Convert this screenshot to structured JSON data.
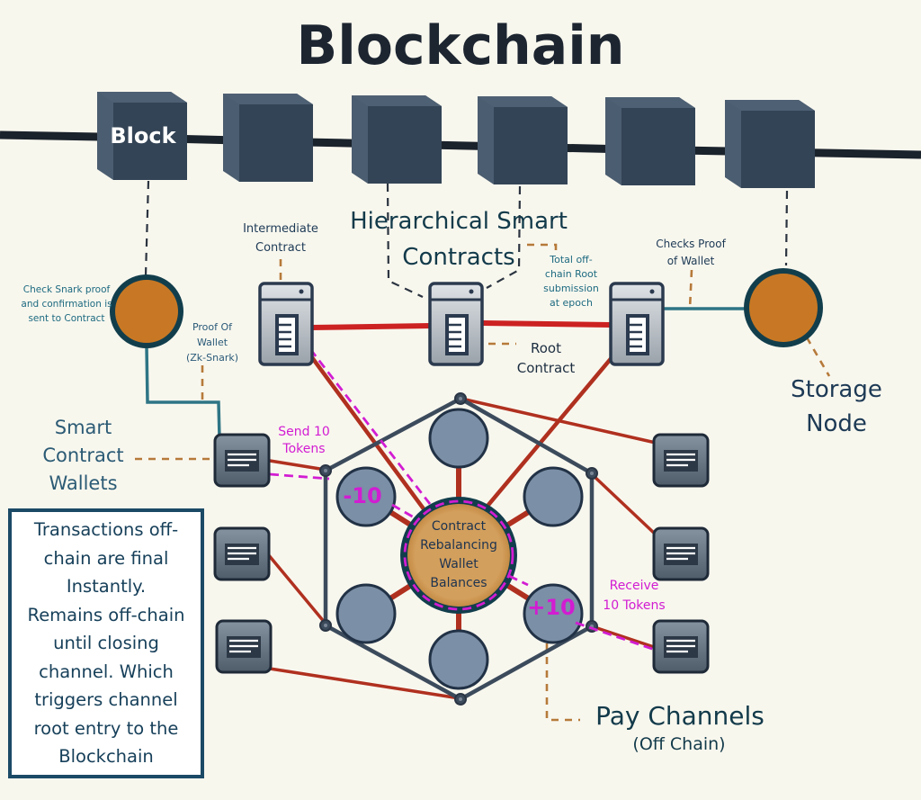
{
  "title": "Blockchain",
  "blockchain": {
    "block_label": "Block",
    "block_count": 6
  },
  "labels": {
    "hierarchical_smart_contracts": [
      "Hierarchical Smart",
      "Contracts"
    ],
    "intermediate_contract": [
      "Intermediate",
      "Contract"
    ],
    "total_offchain_root": [
      "Total off-",
      "chain Root",
      "submission",
      "at epoch"
    ],
    "root_contract": [
      "Root",
      "Contract"
    ],
    "checks_proof_of_wallet": [
      "Checks Proof",
      "of Wallet"
    ],
    "storage_node": [
      "Storage",
      "Node"
    ],
    "check_snark_proof": [
      "Check Snark proof",
      "and confirmation is",
      "sent to Contract"
    ],
    "proof_of_wallet_zk": [
      "Proof Of",
      "Wallet",
      "(Zk-Snark)"
    ],
    "smart_contract_wallets": [
      "Smart",
      "Contract",
      "Wallets"
    ],
    "send_tokens": [
      "Send 10",
      "Tokens"
    ],
    "receive_tokens": [
      "Receive",
      "10 Tokens"
    ],
    "center_node": [
      "Contract",
      "Rebalancing",
      "Wallet",
      "Balances"
    ],
    "minus_balance": "-10",
    "plus_balance": "+10",
    "pay_channels": "Pay Channels",
    "off_chain": "(Off Chain)"
  },
  "info_box": {
    "text": "Transactions off-\nchain are final\nInstantly.\nRemains off-chain\nuntil closing\nchannel. Which\ntriggers channel\nroot entry to the\nBlockchain"
  },
  "colors": {
    "background": "#f8f7ee",
    "chain_line": "#1a222b",
    "block_front": "#334456",
    "block_side": "#4b5d70",
    "orange_node": "#c87824",
    "node_ring": "#123e4c",
    "red_link": "#b0301f",
    "bright_red_link": "#cc2222",
    "teal_link": "#2e7585",
    "dashed_brown": "#b67a3a",
    "magenta": "#d21cd2",
    "hex_frame": "#3c4b5c",
    "satellite_fill": "#7b8fa6",
    "center_fill": "#d39f5c",
    "navy_text": "#1d3a55"
  }
}
